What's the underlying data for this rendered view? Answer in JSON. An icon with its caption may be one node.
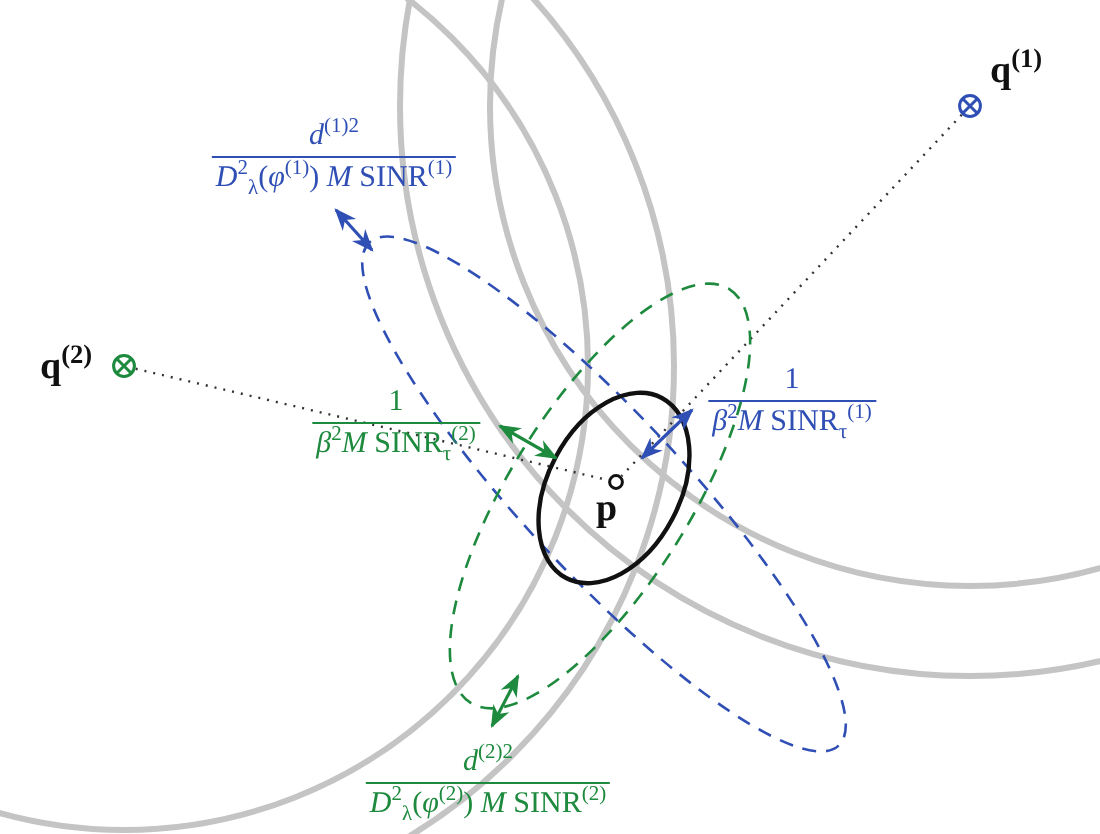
{
  "diagram": {
    "nodes": [
      {
        "text": [],
        "shape": "circle",
        "beside": [
          "q$^{(1)}$"
        ]
      },
      {
        "text": [],
        "shape": "circle",
        "beside": [
          "q$^{(2)}$"
        ]
      },
      {
        "text": [],
        "shape": "circle",
        "beside": [
          "p"
        ]
      }
    ],
    "edges": [
      {
        "from": 0,
        "to": 2,
        "arrow": "none"
      },
      {
        "from": 1,
        "to": 2,
        "arrow": "none"
      }
    ],
    "labels": [
      "*d*$^{(1)}$$^{2}$",
      "*D*$^{2}$$_{λ}$(*φ*$^{(1)}$) *M* SINR$^{(1)}$",
      "1",
      "*β*$^{2}$*M* SINR$_{τ}$$^{(2)}$",
      "1",
      "*β*$^{2}$*M* SINR$_{τ}$$^{(1)}$",
      "*d*$^{(2)}$$^{2}$",
      "*D*$^{2}$$_{λ}$(*φ*$^{(2)}$) *M* SINR$^{(2)}$"
    ]
  }
}
